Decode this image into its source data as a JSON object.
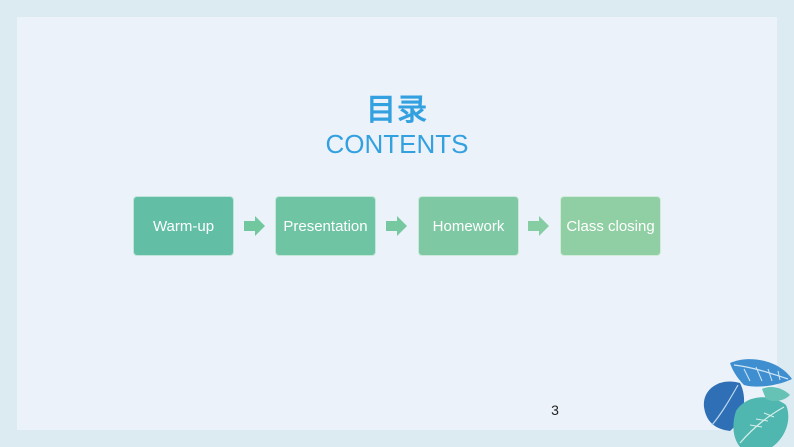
{
  "slide": {
    "title_cn": "目录",
    "title_en": "CONTENTS",
    "page_number": "3"
  },
  "steps": [
    {
      "label": "Warm-up",
      "color": "#62bfa5"
    },
    {
      "label": "Presentation",
      "color": "#6fc4a4"
    },
    {
      "label": "Homework",
      "color": "#7ec9a3"
    },
    {
      "label": "Class closing",
      "color": "#8fcfa3"
    }
  ],
  "colors": {
    "frame": "#dcebf2",
    "panel": "#ecf2fa",
    "title": "#33a0e0",
    "arrow": "#72c89e"
  },
  "decoration": {
    "icon": "tropical-leaves-icon"
  }
}
